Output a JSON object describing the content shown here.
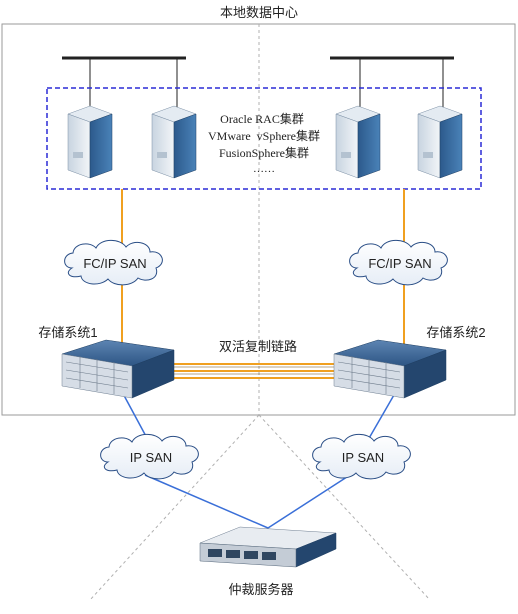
{
  "title": "本地数据中心",
  "cluster_labels": [
    "Oracle RAC集群",
    "VMware  vSphere集群",
    "FusionSphere集群",
    "……"
  ],
  "san_left": "FC/IP SAN",
  "san_right": "FC/IP SAN",
  "storage_left": "存储系统1",
  "storage_right": "存储系统2",
  "replication_link": "双活复制链路",
  "ip_san_left": "IP SAN",
  "ip_san_right": "IP SAN",
  "quorum_server": "仲裁服务器",
  "colors": {
    "server_group_border": "#2b2bd6",
    "fc_link": "#f0a020",
    "ip_link": "#3a6fd8",
    "datacenter_border": "#9a9a9a"
  }
}
